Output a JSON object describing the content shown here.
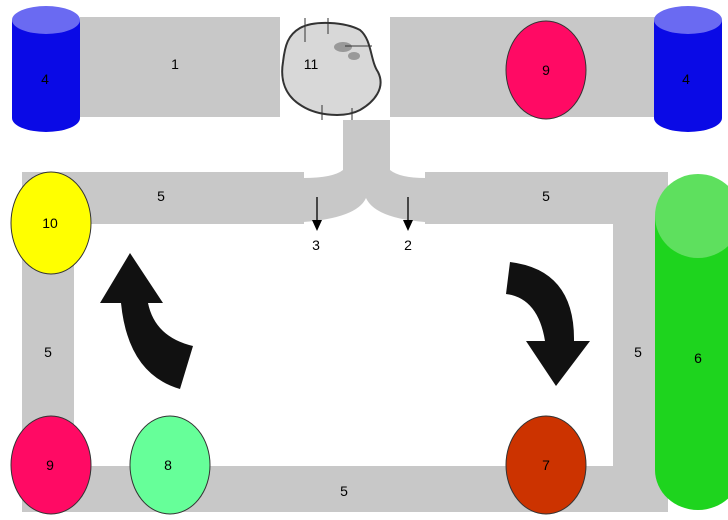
{
  "colors": {
    "vessel": "#c8c8c8",
    "cylinder_blue": "#0a0ae6",
    "cylinder_blue_top": "#6a6af2",
    "cylinder_green": "#1ed41e",
    "cylinder_green_top": "#5ee05e",
    "pink": "#ff0a64",
    "yellow": "#ffff00",
    "light_green": "#66ff99",
    "brown": "#cc3300",
    "arrow": "#111111"
  },
  "labels": {
    "seg_top_left": "1",
    "arrow_right": "2",
    "arrow_left": "3",
    "cyl_left": "4",
    "cyl_right": "4",
    "seg_left_top": "5",
    "seg_right_top": "5",
    "seg_left_side": "5",
    "seg_right_side": "5",
    "seg_bottom": "5",
    "cyl_green": "6",
    "oval_brown": "7",
    "oval_light_green": "8",
    "oval_pink_top": "9",
    "oval_pink_bottom": "9",
    "oval_yellow": "10",
    "organ": "11"
  }
}
